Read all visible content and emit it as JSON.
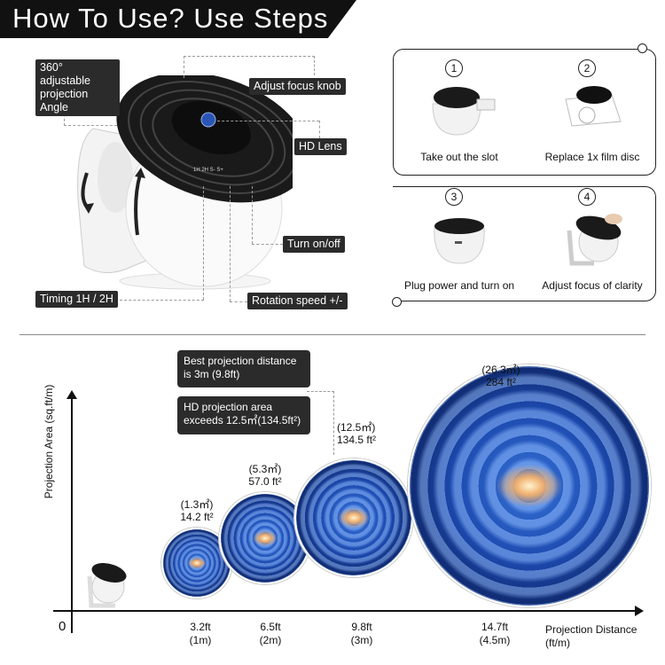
{
  "title": "How To Use? Use Steps",
  "features": {
    "angle": "360° adjustable projection Angle",
    "focus": "Adjust focus knob",
    "lens": "HD Lens",
    "power": "Turn on/off",
    "timing": "Timing 1H / 2H",
    "rotation": "Rotation speed +/-",
    "panel_labels": "1H 2H S- S+"
  },
  "steps": [
    {
      "num": "1",
      "caption": "Take out the slot"
    },
    {
      "num": "2",
      "caption": "Replace 1x film disc"
    },
    {
      "num": "3",
      "caption": "Plug power and turn on"
    },
    {
      "num": "4",
      "caption": "Adjust focus of clarity"
    }
  ],
  "callouts": {
    "best": "Best projection distance is 3m (9.8ft)",
    "hd": "HD projection area exceeds 12.5㎡(134.5ft²)"
  },
  "chart_data": {
    "type": "scatter",
    "ylabel": "Projection Area (sq.ft/m)",
    "xlabel": "Projection Distance (ft/m)",
    "origin": "0",
    "points": [
      {
        "x_ft": "3.2ft",
        "x_m": "(1m)",
        "area_m": "(1.3㎡)",
        "area_ft": "14.2 ft²"
      },
      {
        "x_ft": "6.5ft",
        "x_m": "(2m)",
        "area_m": "(5.3㎡)",
        "area_ft": "57.0 ft²"
      },
      {
        "x_ft": "9.8ft",
        "x_m": "(3m)",
        "area_m": "(12.5㎡)",
        "area_ft": "134.5 ft²"
      },
      {
        "x_ft": "14.7ft",
        "x_m": "(4.5m)",
        "area_m": "(26.3㎡)",
        "area_ft": "284 ft²"
      }
    ]
  }
}
